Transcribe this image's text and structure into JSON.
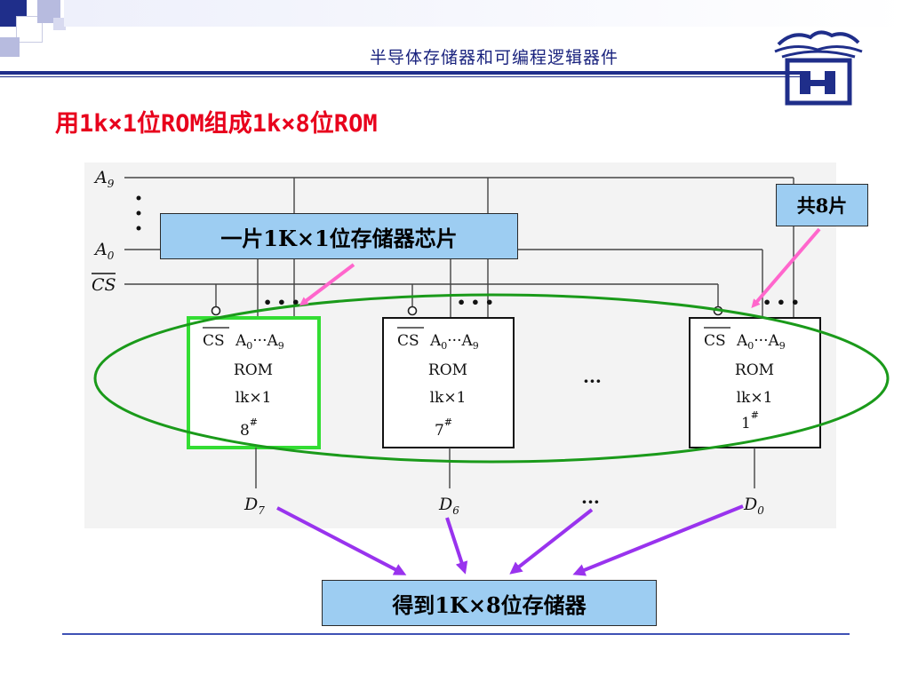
{
  "header": {
    "subtitle": "半导体存储器和可编程逻辑器件"
  },
  "slide": {
    "title": "用1k×1位ROM组成1k×8位ROM"
  },
  "diagram": {
    "address_top": "A",
    "address_top_sub": "9",
    "address_bottom": "A",
    "address_bottom_sub": "0",
    "cs_label": "CS",
    "ellipsis": "…",
    "chips": [
      {
        "cs": "CS",
        "addr": "A",
        "addr_sub0": "0",
        "addr_mid": "···A",
        "addr_sub9": "9",
        "type": "ROM",
        "size": "lk×1",
        "num": "8",
        "sup": "#",
        "out": "D",
        "out_sub": "7"
      },
      {
        "cs": "CS",
        "addr": "A",
        "addr_sub0": "0",
        "addr_mid": "···A",
        "addr_sub9": "9",
        "type": "ROM",
        "size": "lk×1",
        "num": "7",
        "sup": "#",
        "out": "D",
        "out_sub": "6"
      },
      {
        "cs": "CS",
        "addr": "A",
        "addr_sub0": "0",
        "addr_mid": "···A",
        "addr_sub9": "9",
        "type": "ROM",
        "size": "lk×1",
        "num": "1",
        "sup": "#",
        "out": "D",
        "out_sub": "0"
      }
    ],
    "middle_dots": "···",
    "bottom_dots": "···",
    "colors": {
      "highlight_chip": "#33dd33",
      "ellipse": "#1a9a1a",
      "pink_arrow": "#ff66cc",
      "purple_arrow": "#9933ee",
      "callout_bg": "#9dcdf2"
    }
  },
  "callouts": {
    "chip_label": "一片1K×1位存储器芯片",
    "count_label": "共8片",
    "result_label": "得到1K×8位存储器"
  }
}
